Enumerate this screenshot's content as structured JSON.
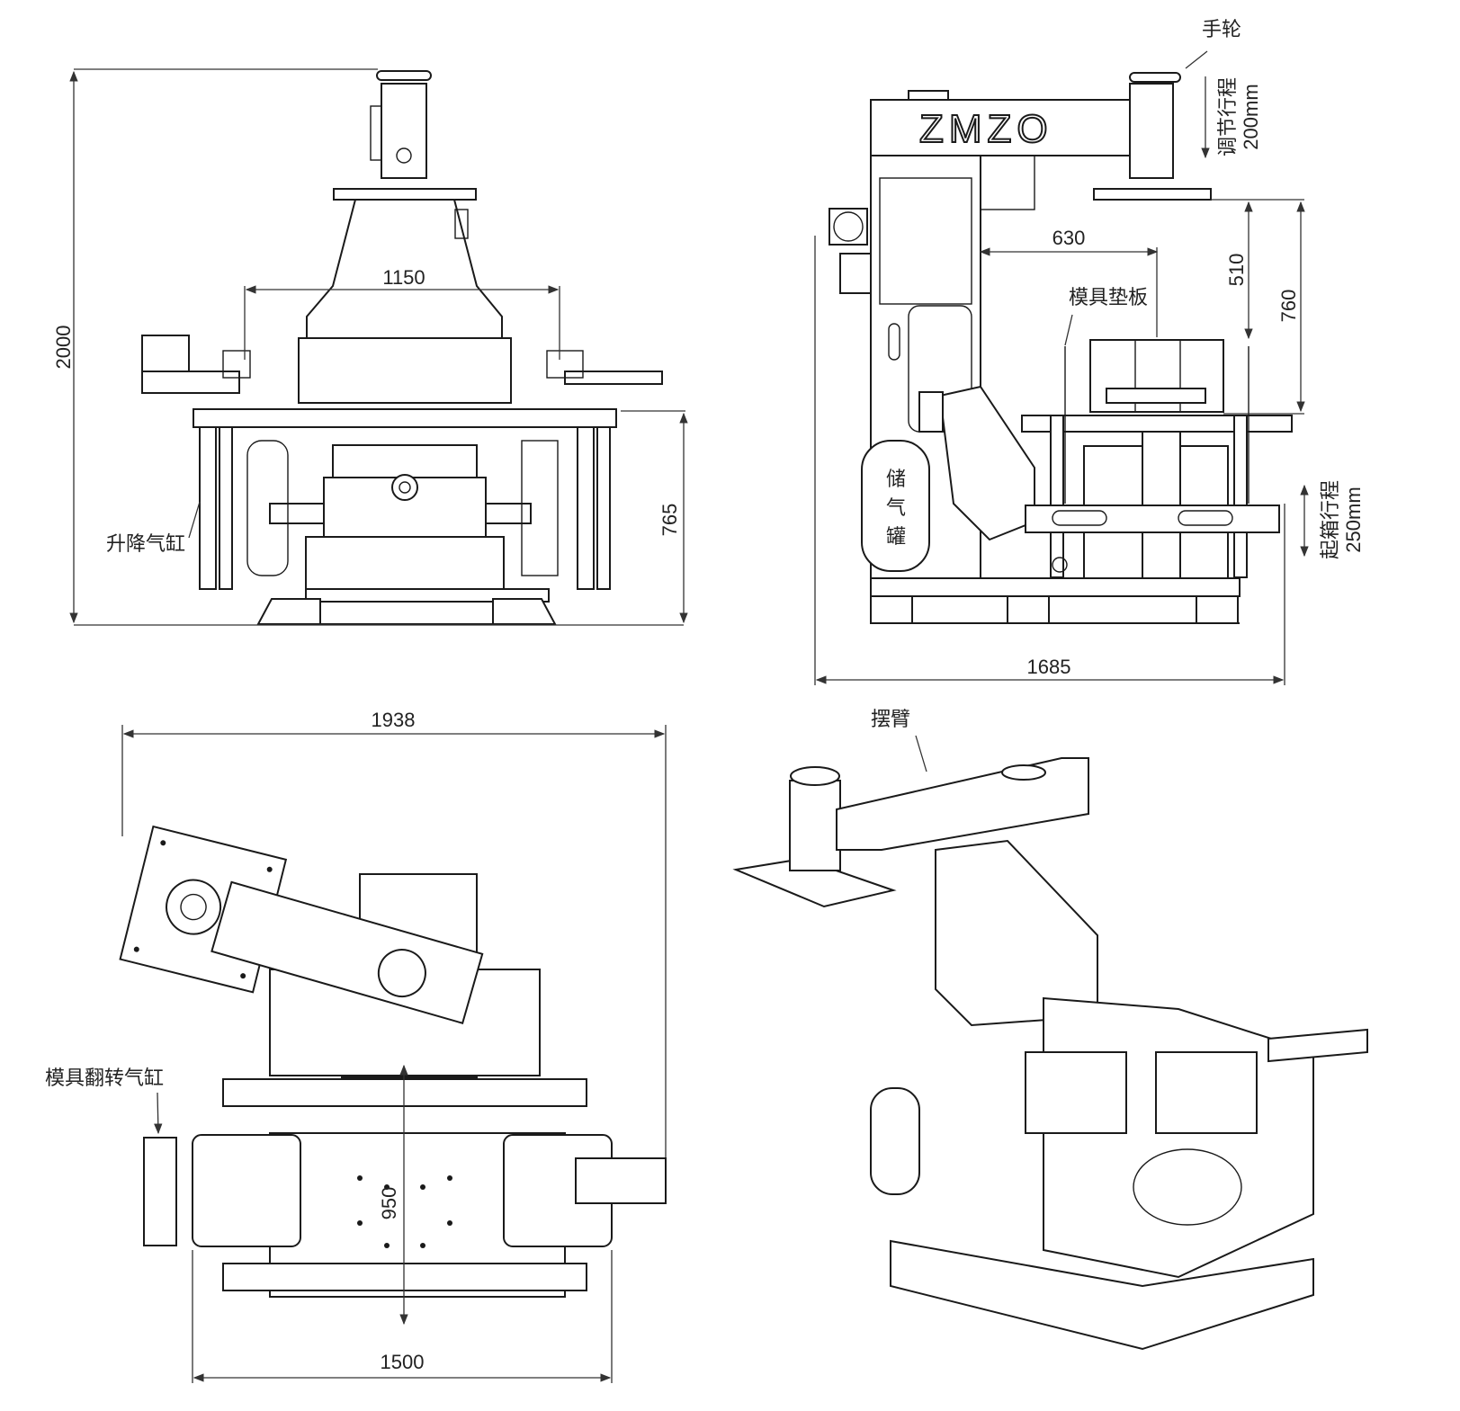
{
  "views": {
    "front": {
      "dim_height": "2000",
      "dim_span": "1150",
      "dim_work_height": "765",
      "label_lift_cylinder": "升降气缸"
    },
    "side": {
      "label_handwheel": "手轮",
      "label_adjust_stroke": "调节行程",
      "label_adjust_stroke_value": "200mm",
      "dim_reach": "630",
      "dim_510": "510",
      "dim_760": "760",
      "label_mold_plate": "模具垫板",
      "label_air_tank_1": "储",
      "label_air_tank_2": "气",
      "label_air_tank_3": "罐",
      "label_strip_stroke": "起箱行程",
      "label_strip_stroke_value": "250mm",
      "dim_length": "1685",
      "logo_text": "ZMZO"
    },
    "top": {
      "dim_overall_width": "1938",
      "dim_depth": "950",
      "dim_width": "1500",
      "label_flip_cylinder": "模具翻转气缸"
    },
    "iso": {
      "label_swing_arm": "摆臂"
    }
  },
  "colors": {
    "line": "#1a1a1a",
    "background": "#ffffff"
  }
}
